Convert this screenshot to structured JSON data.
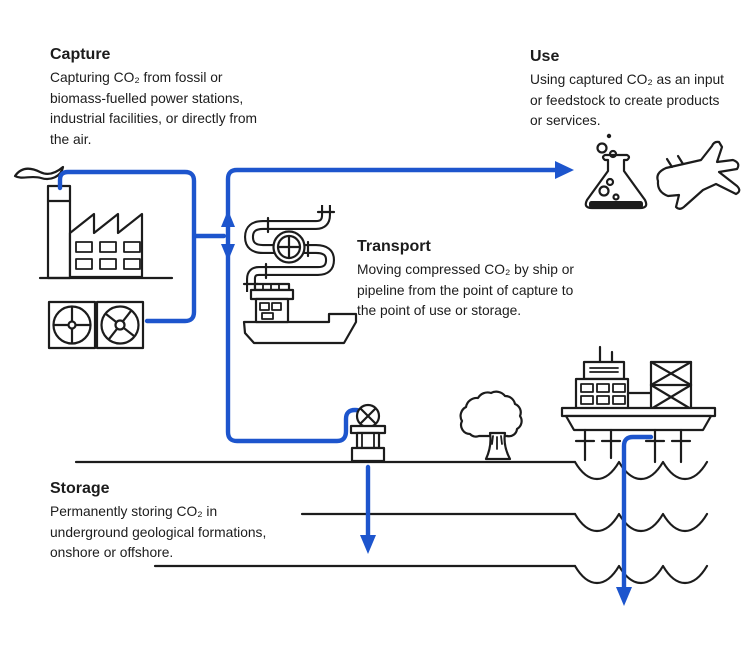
{
  "sections": {
    "capture": {
      "title": "Capture",
      "lines": [
        "Capturing CO₂ from fossil or",
        "biomass-fuelled power stations,",
        "industrial facilities, or directly from",
        "the air."
      ]
    },
    "use": {
      "title": "Use",
      "lines": [
        "Using captured CO₂ as an input",
        "or feedstock to create products",
        "or services."
      ]
    },
    "transport": {
      "title": "Transport",
      "lines": [
        "Moving compressed CO₂ by ship or",
        "pipeline from the point of capture to",
        "the point of use or storage."
      ]
    },
    "storage": {
      "title": "Storage",
      "lines": [
        "Permanently storing CO₂ in",
        "underground geological formations,",
        "onshore or offshore."
      ]
    }
  },
  "icons": {
    "factory": "factory-icon",
    "smoke": "smoke-icon",
    "direct_air_capture": "fan-icons",
    "pipeline": "pipeline-valve-icon",
    "ship": "ship-icon",
    "flask": "flask-icon",
    "airplane": "airplane-icon",
    "wellhead": "wellhead-valve-icon",
    "tree": "tree-icon",
    "offshore_platform": "offshore-platform-icon",
    "water": "water-waves",
    "flow_arrows": "co2-flow-arrows"
  },
  "colors": {
    "flow": "#1d55cd",
    "ink": "#1c1c1c",
    "bg": "#ffffff"
  }
}
